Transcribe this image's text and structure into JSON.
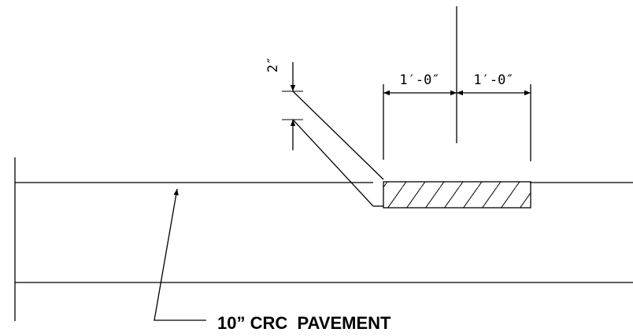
{
  "drawing": {
    "dimension_left": "1′-0″",
    "dimension_right": "1′-0″",
    "dimension_vertical": "2″",
    "pavement_label": "10” CRC  PAVEMENT"
  },
  "colors": {
    "line": "#000000",
    "background": "#ffffff"
  }
}
